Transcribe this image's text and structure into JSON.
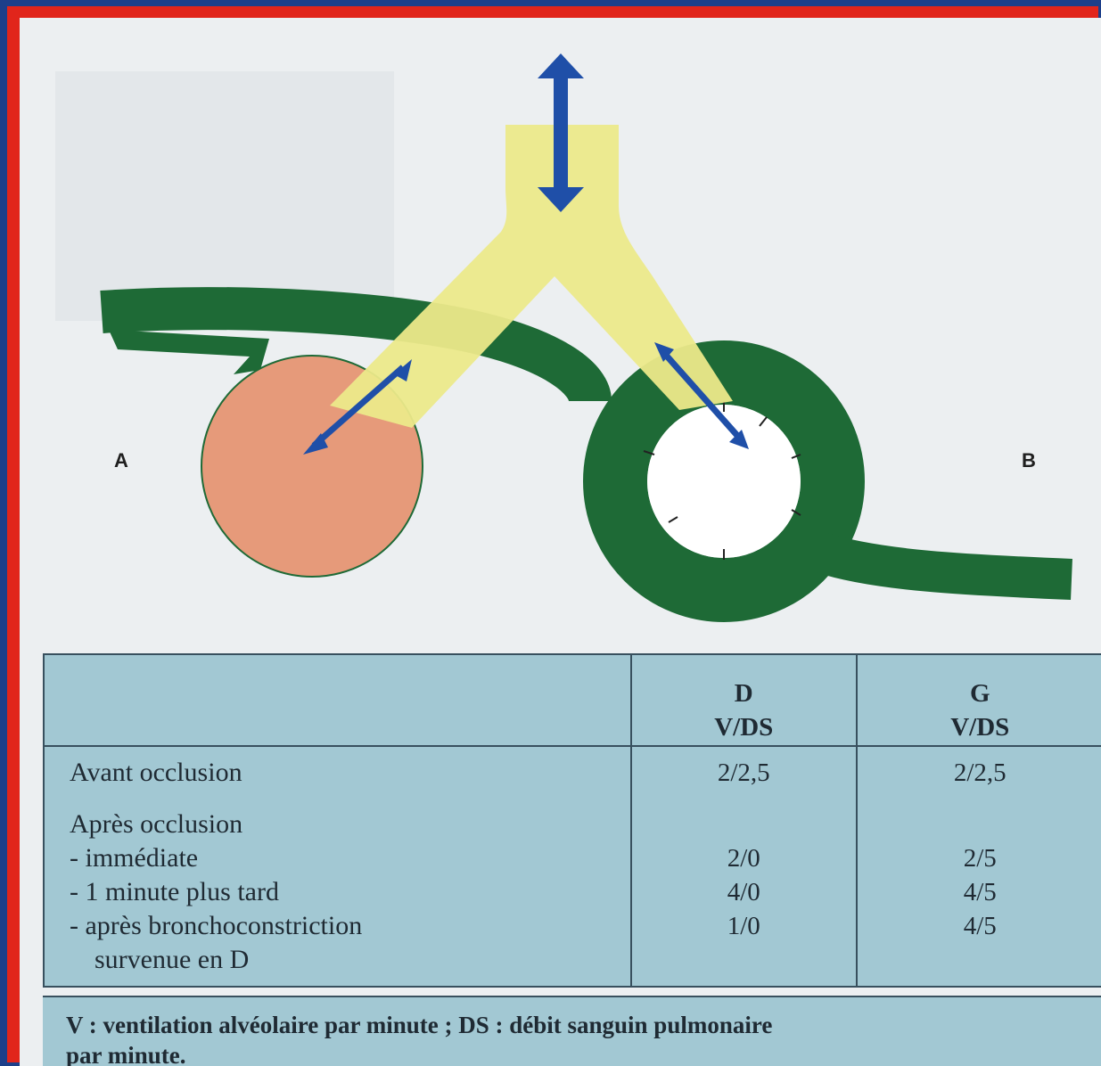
{
  "labels": {
    "a": "A",
    "b": "B"
  },
  "table": {
    "columns": [
      {
        "title": "D",
        "subtitle": "V/DS"
      },
      {
        "title": "G",
        "subtitle": "V/DS"
      }
    ],
    "rows": {
      "avant": {
        "label": "Avant occlusion",
        "d": "2/2,5",
        "g": "2/2,5"
      },
      "apres": {
        "label": "Après occlusion"
      },
      "immediate": {
        "label": "- immédiate",
        "d": "2/0",
        "g": "2/5"
      },
      "minute": {
        "label": "- 1 minute plus tard",
        "d": "4/0",
        "g": "4/5"
      },
      "broncho": {
        "label1": "- après bronchoconstriction",
        "label2": "survenue en D",
        "d": "1/0",
        "g": "4/5"
      }
    }
  },
  "footnote": {
    "line1": "V : ventilation alvéolaire par minute ; DS : débit sanguin pulmonaire",
    "line2": "par minute."
  },
  "colors": {
    "airway": "#ece98a",
    "vessel": "#1e6a36",
    "alveolus_a": "#e69a7a",
    "arrow": "#1f4fa8",
    "table_bg": "#a2c8d3"
  }
}
